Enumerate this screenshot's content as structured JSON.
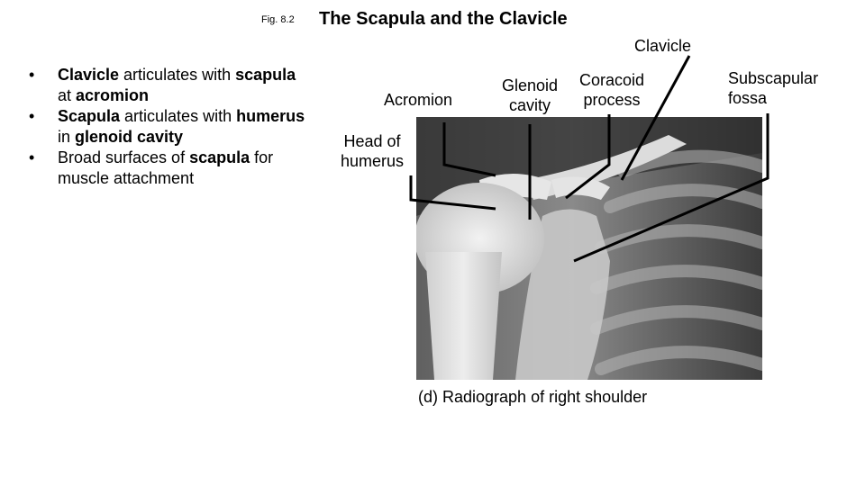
{
  "header": {
    "fig_label": "Fig. 8.2",
    "title": "The Scapula and the Clavicle"
  },
  "bullets": [
    {
      "parts": [
        {
          "t": "Clavicle",
          "b": true
        },
        {
          "t": " articulates with ",
          "b": false
        },
        {
          "t": "scapula",
          "b": true
        },
        {
          "t": " at ",
          "b": false
        },
        {
          "t": "acromion",
          "b": true
        }
      ]
    },
    {
      "parts": [
        {
          "t": "Scapula",
          "b": true
        },
        {
          "t": " articulates with ",
          "b": false
        },
        {
          "t": "humerus",
          "b": true
        },
        {
          "t": " in ",
          "b": false
        },
        {
          "t": "glenoid cavity",
          "b": true
        }
      ]
    },
    {
      "parts": [
        {
          "t": "Broad surfaces of ",
          "b": false
        },
        {
          "t": "scapula",
          "b": true
        },
        {
          "t": " for muscle attachment",
          "b": false
        }
      ]
    }
  ],
  "figure": {
    "labels": {
      "clavicle": "Clavicle",
      "acromion": "Acromion",
      "glenoid_1": "Glenoid",
      "glenoid_2": "cavity",
      "coracoid_1": "Coracoid",
      "coracoid_2": "process",
      "subscapular_1": "Subscapular",
      "subscapular_2": "fossa",
      "head_1": "Head of",
      "head_2": "humerus"
    },
    "caption": "(d) Radiograph of right shoulder"
  }
}
